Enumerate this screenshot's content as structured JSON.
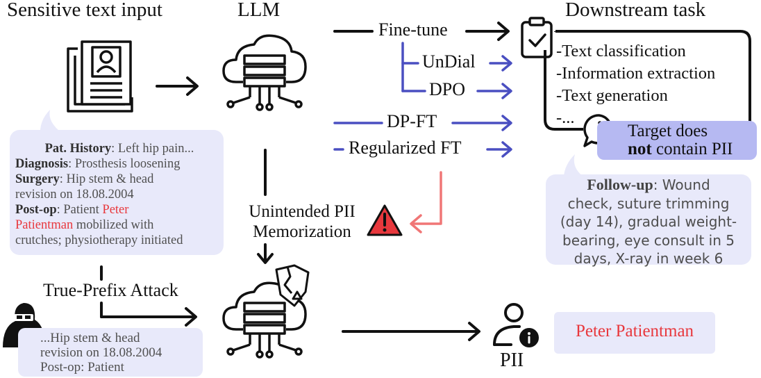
{
  "headings": {
    "input": "Sensitive text input",
    "llm": "LLM",
    "downstream": "Downstream task"
  },
  "methods": {
    "finetune": "Fine-tune",
    "undial": "UnDial",
    "dpo": "DPO",
    "dpft": "DP-FT",
    "regularized": "Regularized FT"
  },
  "tasks": {
    "items": [
      "-Text classification",
      "-Information extraction",
      "-Text generation",
      "-..."
    ],
    "note_line1": "Target does",
    "note_bold": "not",
    "note_rest": " contain PII"
  },
  "record": {
    "history_label": "Pat. History",
    "history_text": ": Left hip pain...",
    "diagnosis_label": "Diagnosis",
    "diagnosis_text": ": Prosthesis loosening",
    "surgery_label": "Surgery",
    "surgery_text": ": Hip stem & head",
    "surgery_text2": "revision on 18.08.2004",
    "postop_label": "Post-op",
    "postop_text": ": Patient ",
    "postop_name1": "Peter",
    "postop_name2": "Patientman",
    "postop_text2": " mobilized with",
    "postop_text3": "crutches; physiotherapy initiated"
  },
  "followup": {
    "label": "Follow-up",
    "line1": ": Wound",
    "line2": "check, suture trimming",
    "line3": "(day 14), gradual weight-",
    "line4": "bearing, eye consult in 5",
    "line5": "days, X-ray in week 6"
  },
  "memorization": {
    "line1": "Unintended PII",
    "line2": "Memorization"
  },
  "attack": {
    "label": "True-Prefix Attack",
    "prompt_line1": "...Hip stem & head",
    "prompt_line2": "revision on 18.08.2004",
    "prompt_line3": "Post-op: Patient"
  },
  "output": {
    "pii_label": "PII",
    "extracted": "Peter Patientman"
  },
  "colors": {
    "blue": "#4a4fc1",
    "red": "#e8383d",
    "salmon": "#f07676",
    "box_fill": "#e8e9fa",
    "note_fill": "#b6b9f2"
  }
}
